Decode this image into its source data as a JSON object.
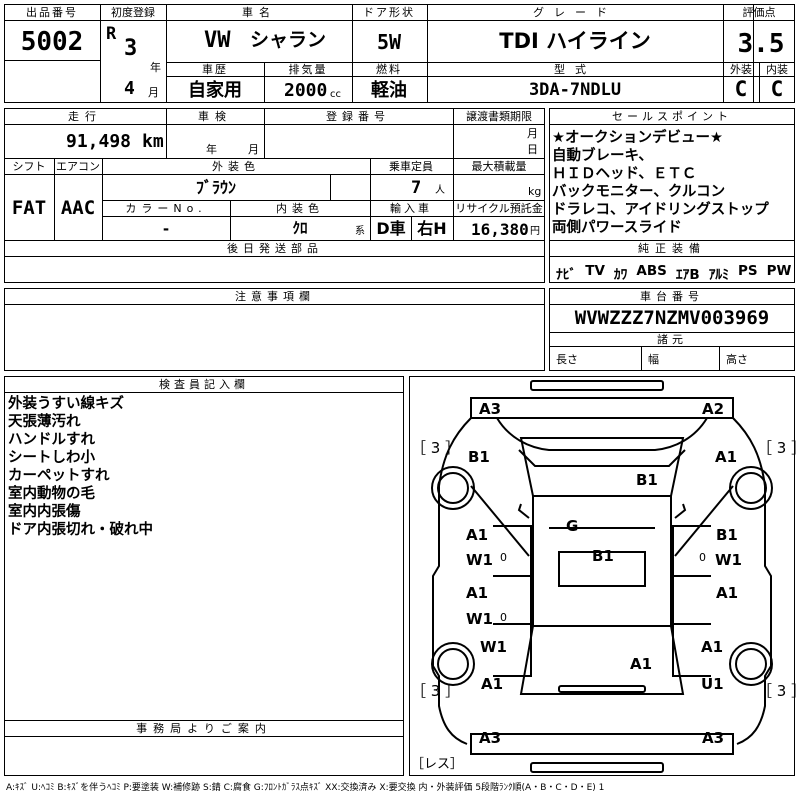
{
  "header": {
    "lot_no_label": "出品番号",
    "lot_no": "5002",
    "first_reg_label": "初度登録",
    "era": "R",
    "year": "3",
    "year_unit": "年",
    "month": "4",
    "month_unit": "月",
    "maker_label": "車名",
    "maker": "VW",
    "model": "シャラン",
    "history_label": "車歴",
    "history": "自家用",
    "displacement_label": "排気量",
    "displacement": "2000",
    "displacement_unit": "cc",
    "door_label": "ドア形状",
    "door": "5W",
    "fuel_label": "燃料",
    "fuel": "軽油",
    "grade_label": "グレード",
    "grade": "TDI ハイライン",
    "type_label": "型式",
    "type": "3DA-7NDLU",
    "score_label": "評価点",
    "score": "3.5",
    "ext_label": "外装",
    "ext": "C",
    "int_label": "内装",
    "int": "C"
  },
  "row2": {
    "mileage_label": "走行",
    "mileage": "91,498",
    "mileage_unit": "km",
    "inspection_label": "車検",
    "insp_year_unit": "年",
    "insp_month_unit": "月",
    "plate_label": "登録番号",
    "transfer_label": "譲渡書類期限",
    "transfer_month_unit": "月",
    "transfer_day_unit": "日",
    "shift_label": "シフト",
    "shift": "FAT",
    "ac_label": "エアコン",
    "ac": "AAC",
    "color_label": "外装色",
    "color": "ﾌﾞﾗｳﾝ",
    "capacity_label": "乗車定員",
    "capacity": "7",
    "capacity_unit": "人",
    "load_label": "最大積載量",
    "load_unit": "kg",
    "color_no_label": "カラーNo.",
    "color_no": "-",
    "interior_color_label": "内装色",
    "interior_color": "ｸﾛ",
    "interior_color_unit": "系",
    "import_label": "輸入車",
    "import": "D車",
    "steering": "右H",
    "recycle_label": "リサイクル預託金",
    "recycle": "16,380",
    "recycle_unit": "円",
    "later_parts_label": "後日発送部品"
  },
  "sales_points": {
    "label": "セールスポイント",
    "lines": [
      "★オークションデビュー★",
      "自動ブレーキ、",
      "ＨＩＤヘッド、ＥＴＣ",
      "バックモニター、クルコン",
      "ドラレコ、アイドリングストップ",
      "両側パワースライド"
    ]
  },
  "equipment": {
    "label": "純正装備",
    "items": [
      "ﾅﾋﾞ",
      "TV",
      "ｶﾜ",
      "ABS",
      "ｴｱB",
      "ｱﾙﾐ",
      "PS",
      "PW"
    ]
  },
  "notes_label": "注意事項欄",
  "chassis": {
    "label": "車台番号",
    "number": "WVWZZZ7NZMV003969"
  },
  "dimensions": {
    "label": "諸元",
    "length": "長さ",
    "width": "幅",
    "height": "高さ"
  },
  "inspector": {
    "label": "検査員記入欄",
    "lines": [
      "外装うすい線キズ",
      "天張薄汚れ",
      "ハンドルすれ",
      "シートしわ小",
      "カーペットすれ",
      "室内動物の毛",
      "室内内張傷",
      "ドア内張切れ・破れ中"
    ]
  },
  "office_label": "事務局よりご案内",
  "diagram": {
    "marks": {
      "front_left": "A3",
      "front_right": "A2",
      "left_tire": "［ 3 ］",
      "right_tire": "［ 3 ］",
      "lf_fender": "B1",
      "rf_fender": "A1",
      "roof": "B1",
      "interior": "G",
      "lf_door_a": "A1",
      "lf_door_w": "W1",
      "lf_door_o": "0",
      "rf_door_a": "B1",
      "rf_door_w": "W1",
      "rf_door_o": "0",
      "lr_door_a": "A1",
      "lr_door_w": "W1",
      "lr_door_o": "0",
      "rr_door_a": "A1",
      "center": "B1",
      "lq_w": "W1",
      "lq_a": "A1",
      "rq_a1": "A1",
      "rear_glass": "A1",
      "rq_u": "U1",
      "lr_tire": "［ 3 ］",
      "rr_tire": "［ 3 ］",
      "rear_left": "A3",
      "rear_right": "A3",
      "spare": "［レス］"
    }
  },
  "legend": "A:ｷｽﾞ U:ﾍｺﾐ B:ｷｽﾞを伴うﾍｺﾐ P:要塗装 W:補修跡 S:錆 C:腐食 G:ﾌﾛﾝﾄｶﾞﾗｽ点ｷｽﾞ XX:交換済み X:要交換 内・外装評価 5段階ﾗﾝｸ順(A・B・C・D・E) 1"
}
